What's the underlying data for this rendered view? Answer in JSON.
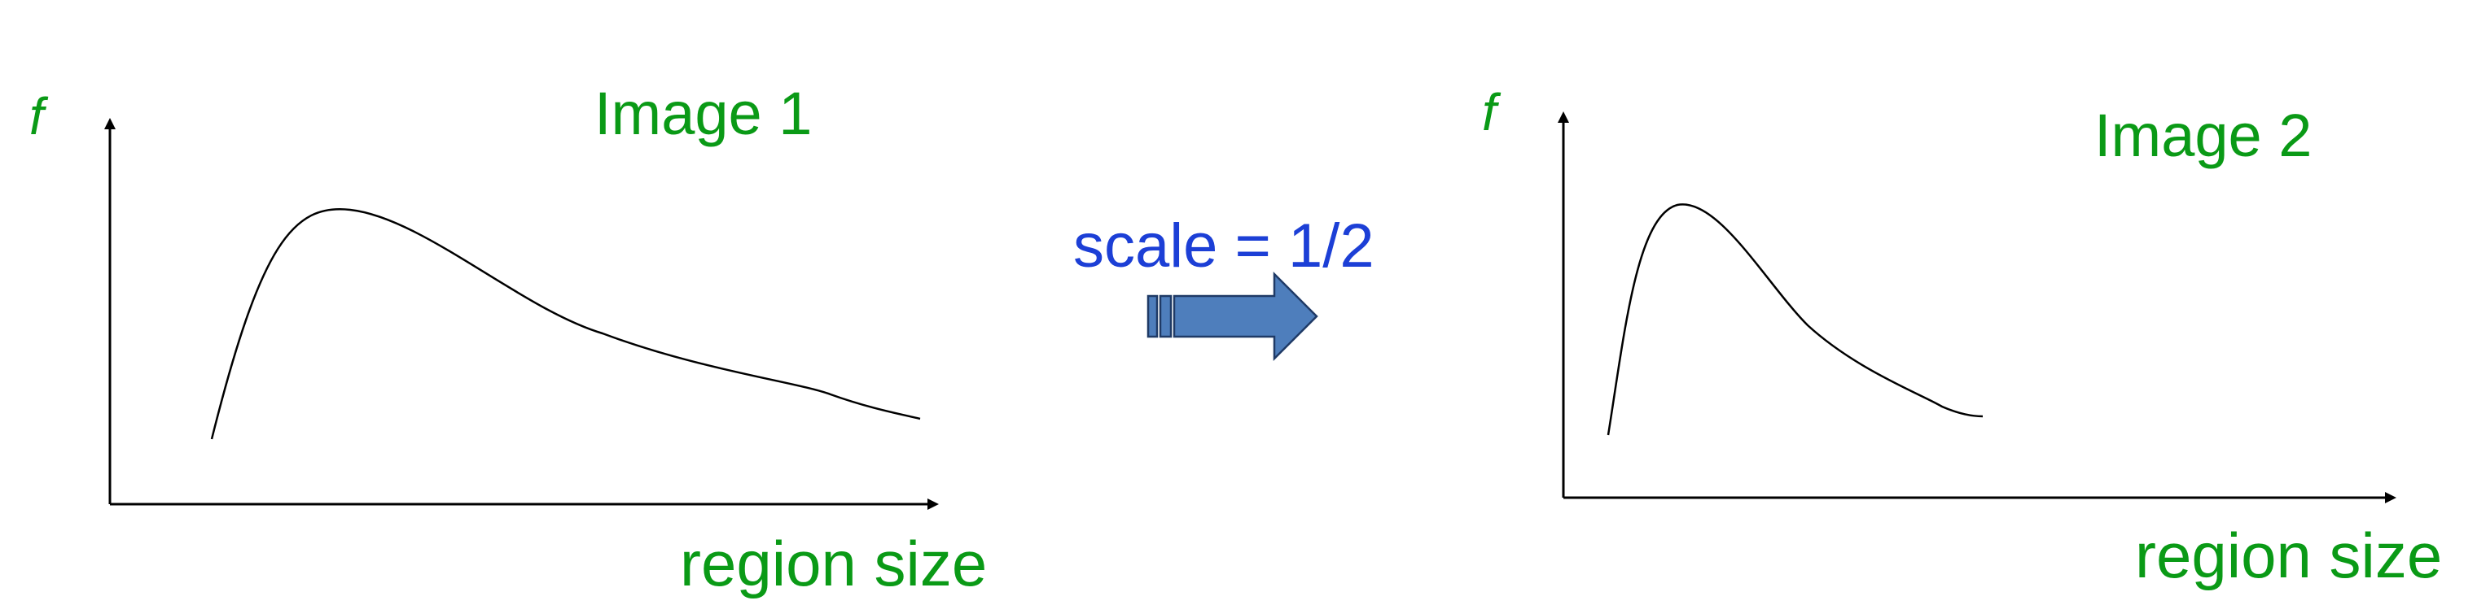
{
  "colors": {
    "label": "#0a9a16",
    "scale_text": "#1c3fd6",
    "arrow_fill": "#4e7ebc",
    "arrow_stroke": "#1f3a66",
    "axis": "#000000"
  },
  "left_plot": {
    "axis_label_y": "f",
    "title": "Image 1",
    "axis_label_x": "region size"
  },
  "right_plot": {
    "axis_label_y": "f",
    "title": "Image 2",
    "axis_label_x": "region size"
  },
  "transform": {
    "label": "scale = 1/2",
    "arrow_icon": "right-block-arrow-icon"
  }
}
